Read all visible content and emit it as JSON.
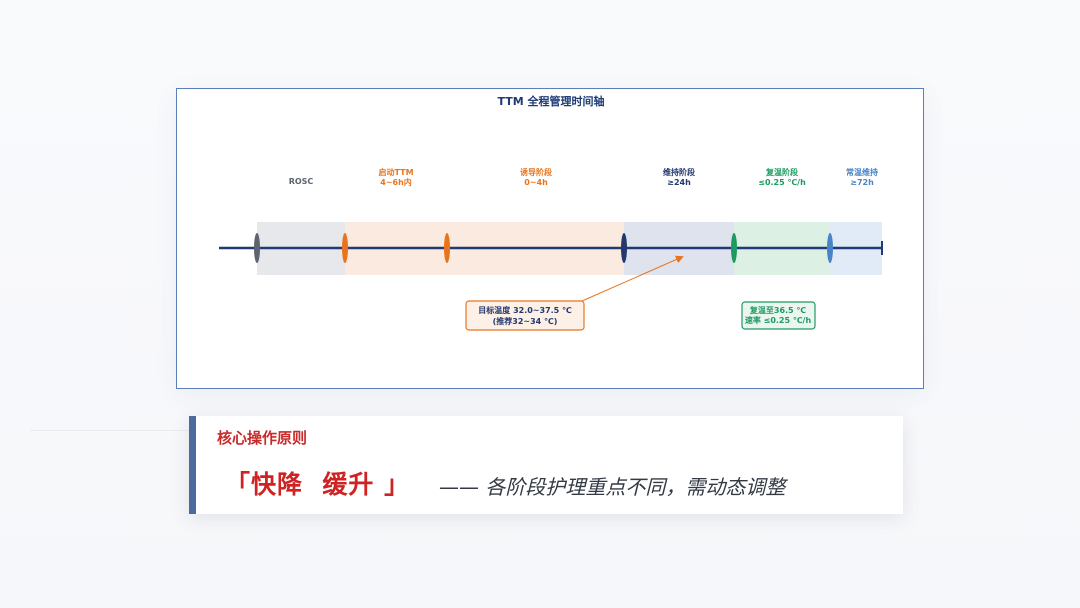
{
  "diagram": {
    "title": "TTM 全程管理时间轴",
    "start_label": "ROSC",
    "phases": [
      {
        "name": "启动TTM",
        "duration": "4~6h内",
        "color": "#e8741e",
        "band": "#fbeadf"
      },
      {
        "name": "诱导阶段",
        "duration": "0~4h",
        "color": "#e8741e",
        "band": "#fbeadf"
      },
      {
        "name": "维持阶段",
        "duration": "≥24h",
        "color": "#24386e",
        "band": "#dfe3ee"
      },
      {
        "name": "复温阶段",
        "duration": "≤0.25 ℃/h",
        "color": "#1e9a60",
        "band": "#dcf0e4"
      },
      {
        "name": "常温维持",
        "duration": "≥72h",
        "color": "#4a84c8",
        "band": "#e1eaf7"
      }
    ],
    "callouts": [
      {
        "id": "target-temp",
        "line1": "目标温度 32.0~37.5 ℃",
        "line2": "(推荐32~34 ℃)",
        "color": "#e8741e"
      },
      {
        "id": "rewarm-rate",
        "line1": "复温至36.5 ℃",
        "line2": "速率 ≤0.25 ℃/h",
        "color": "#1e9a60"
      }
    ],
    "colors": {
      "axis": "#1f3a75",
      "rosc": "#5b6470",
      "rosc_band": "#e6e8ec"
    }
  },
  "principle": {
    "heading": "核心操作原则",
    "slogan": "「快降  缓升 」",
    "subtitle": "—— 各阶段护理重点不同，需动态调整"
  }
}
